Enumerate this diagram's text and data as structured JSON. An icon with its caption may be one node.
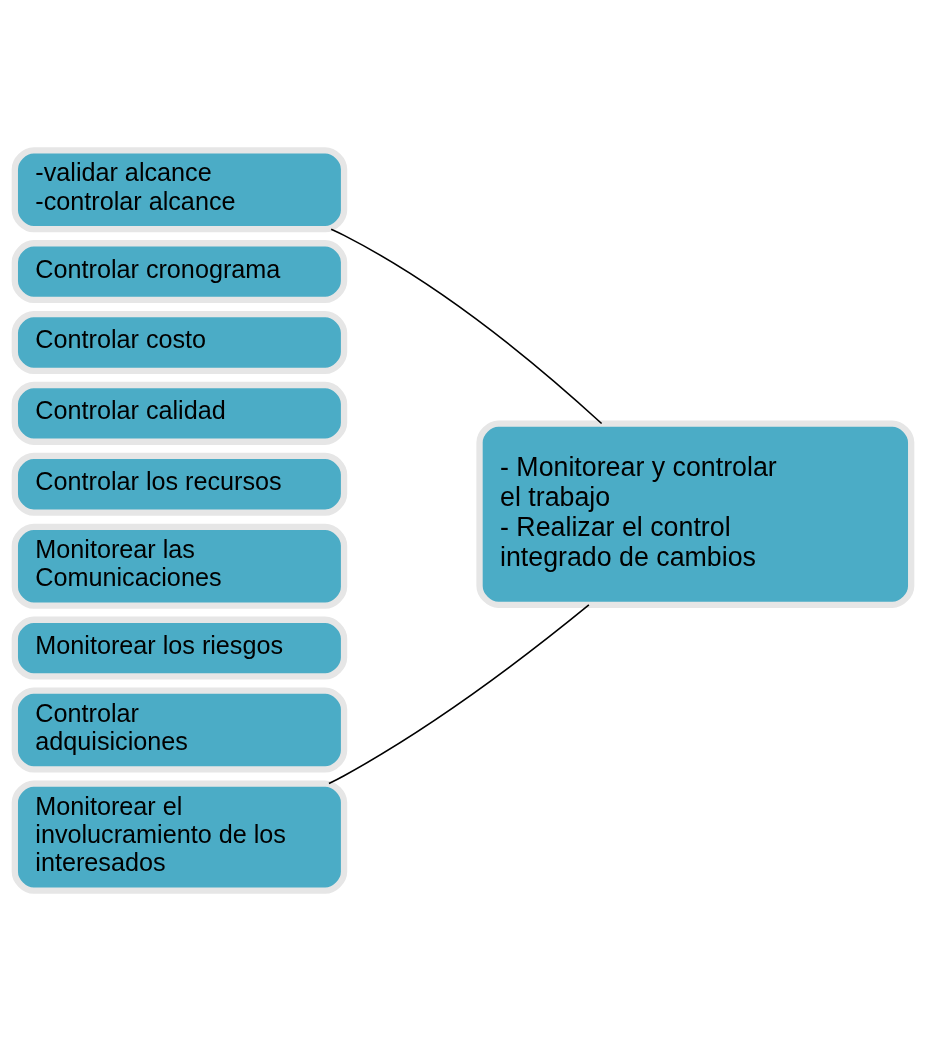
{
  "diagram": {
    "nodes": [
      {
        "text": [
          "-validar alcance",
          "-controlar alcance"
        ]
      },
      {
        "text": [
          "Controlar cronograma"
        ]
      },
      {
        "text": [
          "Controlar costo"
        ]
      },
      {
        "text": [
          "Controlar calidad"
        ]
      },
      {
        "text": [
          "Controlar los recursos"
        ]
      },
      {
        "text": [
          "Monitorear las Comunicaciones"
        ]
      },
      {
        "text": [
          "Monitorear los riesgos"
        ]
      },
      {
        "text": [
          "Controlar adquisiciones"
        ]
      },
      {
        "text": [
          "Monitorear el involucramiento de los interesados"
        ]
      },
      {
        "text": [
          "- Monitorear y controlar el trabajo",
          "- Realizar el control integrado de cambios"
        ]
      }
    ],
    "edges": [
      {
        "from": 0,
        "to": 9,
        "arrow": "none"
      },
      {
        "from": 8,
        "to": 9,
        "arrow": "none"
      }
    ]
  }
}
